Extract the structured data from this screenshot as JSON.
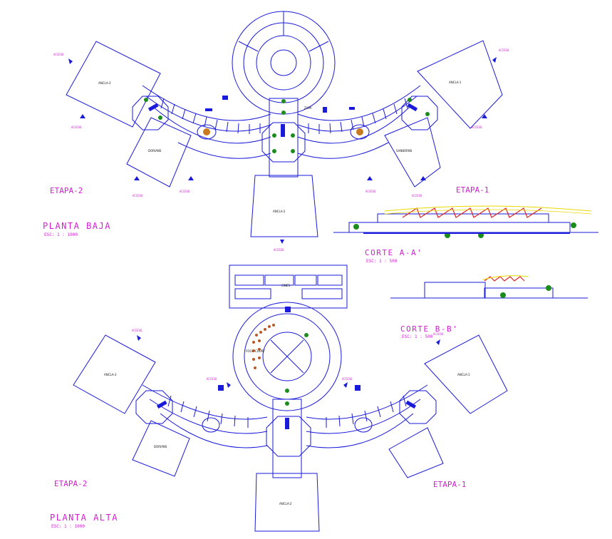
{
  "plans": {
    "planta_baja": {
      "title": "PLANTA BAJA",
      "scale": "ESC: 1 : 1000"
    },
    "planta_alta": {
      "title": "PLANTA ALTA",
      "scale": "ESC: 1 : 1000"
    }
  },
  "sections": {
    "corte_a": {
      "title": "CORTE A-A'",
      "scale": "ESC: 1 : 500"
    },
    "corte_b": {
      "title": "CORTE B-B'",
      "scale": "ESC: 1 : 500"
    }
  },
  "stages": {
    "etapa1": "ETAPA-1",
    "etapa2": "ETAPA-2"
  },
  "access_label": "ACCESO",
  "rooms": {
    "anclaje1": "ANCLA-1",
    "anclaje2": "ANCLA-2",
    "anclaje3": "ANCLA-3",
    "zapa": "ZAPA",
    "sanborns": "SANBORNS",
    "dorians": "DORIANS",
    "food_court": "FOOD COURT",
    "cines": "CINES"
  },
  "colors": {
    "linework": "#1a1adb",
    "labels": "#d21ed2",
    "vegetation": "#1c8c1c",
    "section_accent": "#e02020",
    "section_canopy": "#e8d800"
  }
}
